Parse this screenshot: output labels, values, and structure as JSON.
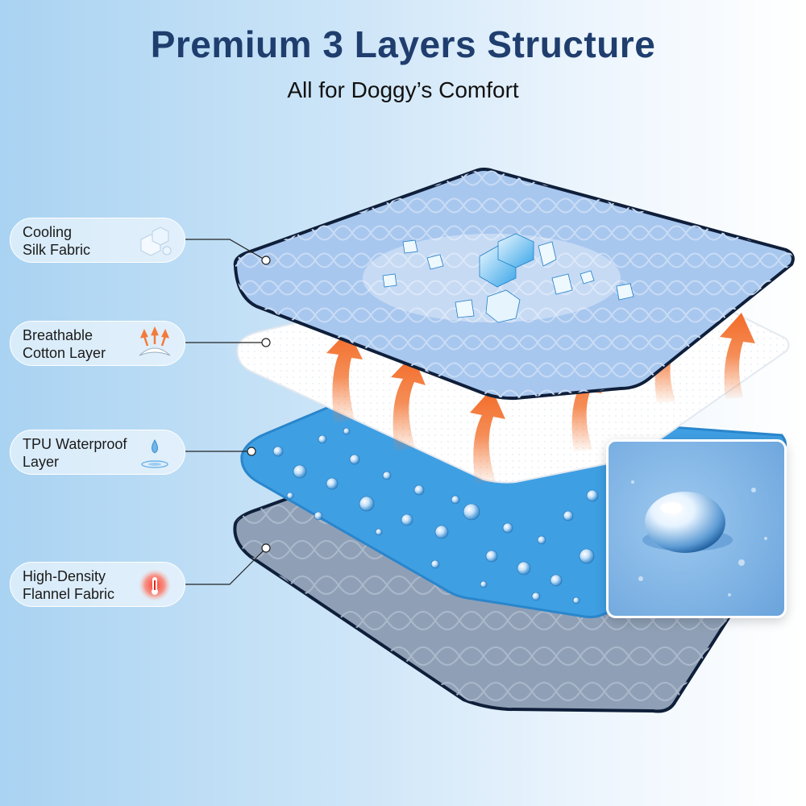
{
  "header": {
    "title": "Premium 3 Layers Structure",
    "subtitle": "All for Doggy’s Comfort"
  },
  "labels": [
    {
      "line1": "Cooling",
      "line2": "Silk Fabric",
      "icon": "ice-cube-icon"
    },
    {
      "line1": "Breathable",
      "line2": "Cotton Layer",
      "icon": "breathable-arrows-icon"
    },
    {
      "line1": "TPU Waterproof",
      "line2": "Layer",
      "icon": "water-drop-icon"
    },
    {
      "line1": "High-Density",
      "line2": "Flannel Fabric",
      "icon": "warmth-icon"
    }
  ],
  "colors": {
    "title": "#1f3e6e",
    "cooling_layer": "#a9c9f0",
    "cotton_layer": "#ffffff",
    "waterproof_layer": "#3b9ce0",
    "flannel_layer": "#8b9db4",
    "arrow": "#f47a3a",
    "border": "#0f1f3a"
  }
}
